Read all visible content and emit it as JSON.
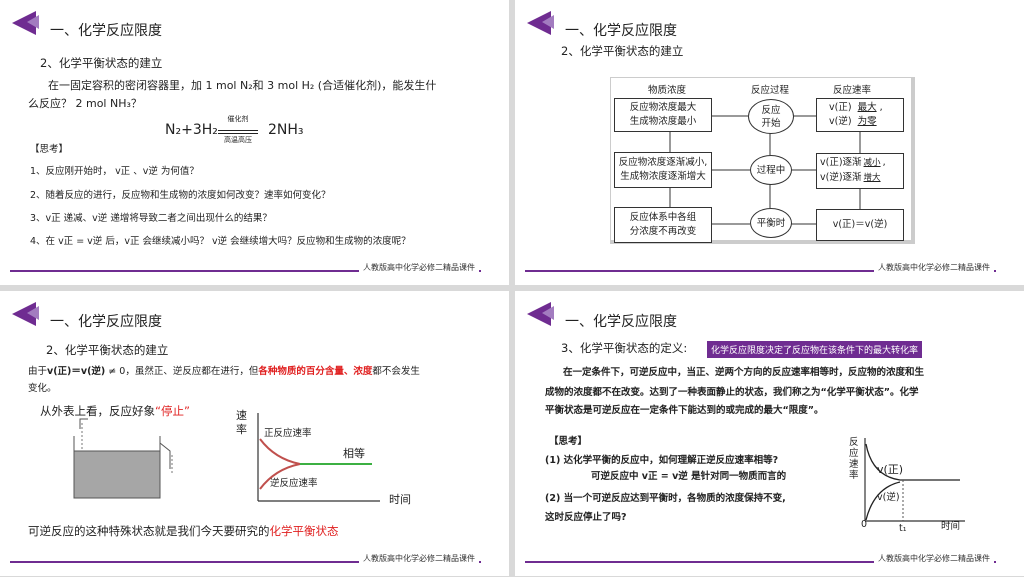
{
  "common": {
    "section_title": "一、化学反应限度",
    "footer": "人教版高中化学必修二精品课件"
  },
  "slide1": {
    "subtitle": "2、化学平衡状态的建立",
    "intro_line1": "在一固定容积的密闭容器里，加 1 mol N₂和 3 mol H₂ (合适催化剂)，能发生什",
    "intro_line2": "么反应？ 2 mol NH₃？",
    "eq_left": "N₂+3H₂",
    "eq_top": "催化剂",
    "eq_bottom": "高温高压",
    "eq_right": "2NH₃",
    "think": "【思考】",
    "q1": "1、反应刚开始时， v正 、v逆 为何值？",
    "q2": "2、随着反应的进行，反应物和生成物的浓度如何改变？速率如何变化？",
    "q3": "3、v正 递减、v逆 递增将导致二者之间出现什么的结果？",
    "q4": "4、在 v正 = v逆 后，v正 会继续减小吗？ v逆 会继续增大吗？反应物和生成物的浓度呢？"
  },
  "slide2": {
    "subtitle": "2、化学平衡状态的建立",
    "h_conc": "物质浓度",
    "h_proc": "反应过程",
    "h_rate": "反应速率",
    "c1": "反应物浓度最大\n生成物浓度最小",
    "c2": "反应物浓度逐渐减小,\n生成物浓度逐渐增大",
    "c3": "反应体系中各组\n分浓度不再改变",
    "p1": "反应\n开始",
    "p2": "过程中",
    "p3": "平衡时",
    "r1a": "v(正)",
    "r1a_v": "最大",
    "r1b": "v(逆)",
    "r1b_v": "为零",
    "r2a": "v(正)逐渐",
    "r2a_v": "减小",
    "r2b": "v(逆)逐渐",
    "r2b_v": "增大",
    "r3": "v(正)＝v(逆)"
  },
  "slide3": {
    "subtitle": "2、化学平衡状态的建立",
    "line1_a": "由于",
    "line1_b": "v(正)＝v(逆)",
    "line1_c": " ≠ 0，虽然正、逆反应都在进行，但",
    "line1_d": "各种物质的百分含量、浓度",
    "line1_e": "都不会发生",
    "line2": "变化。",
    "appear_a": "从外表上看，反应好象",
    "appear_b": "“停止”",
    "axis_y": "速\n率",
    "axis_x": "时间",
    "label_fwd": "正反应速率",
    "label_rev": "逆反应速率",
    "label_eq": "相等",
    "bottom_a": "可逆反应的这种特殊状态就是我们今天要研究的",
    "bottom_b": "化学平衡状态"
  },
  "slide4": {
    "subtitle": "3、化学平衡状态的定义:",
    "badge": "化学反应限度决定了反应物在该条件下的最大转化率",
    "def_line1": "在一定条件下，可逆反应中，当正、逆两个方向的反应速率相等时，反应物的浓度和生",
    "def_line2": "成物的浓度都不在改变。达到了一种表面静止的状态，我们称之为“化学平衡状态”。化学",
    "def_line3": "平衡状态是可逆反应在一定条件下能达到的或完成的最大“限度”。",
    "think": "【思考】",
    "q1": "(1) 达化学平衡的反应中，如何理解正逆反应速率相等?",
    "q1b": "可逆反应中 v正 = v逆 是针对同一物质而言的",
    "q2": "(2) 当一个可逆反应达到平衡时，各物质的浓度保持不变,",
    "q2b": "这时反应停止了吗?",
    "g_y": "反\n应\n速\n率",
    "g_fwd": "v(正)",
    "g_rev": "v(逆)",
    "g_zero": "0",
    "g_t1": "t₁",
    "g_x": "时间"
  }
}
